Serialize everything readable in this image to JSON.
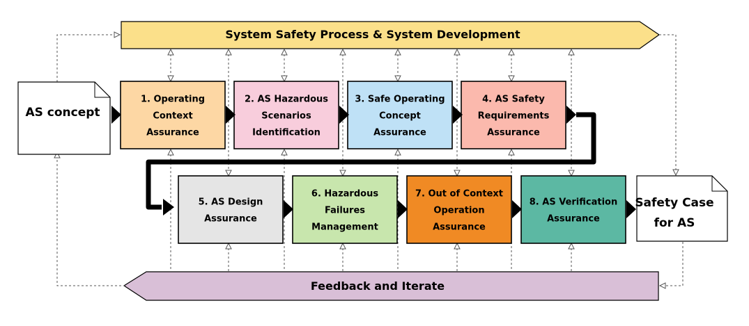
{
  "top_banner": {
    "label": "System Safety Process & System Development",
    "color": "#fbe08a"
  },
  "bottom_banner": {
    "label": "Feedback and Iterate",
    "color": "#d9bfd7"
  },
  "input_doc": {
    "label": "AS concept"
  },
  "output_doc": {
    "lines": [
      "Safety Case",
      "for AS"
    ]
  },
  "stages": [
    {
      "lines": [
        "1. Operating",
        "Context",
        "Assurance"
      ],
      "color": "#fdd7a4"
    },
    {
      "lines": [
        "2. AS Hazardous",
        "Scenarios",
        "Identification"
      ],
      "color": "#f8cddc"
    },
    {
      "lines": [
        "3. Safe Operating",
        "Concept",
        "Assurance"
      ],
      "color": "#bfe1f6"
    },
    {
      "lines": [
        "4. AS Safety",
        "Requirements",
        "Assurance"
      ],
      "color": "#fbb9ad"
    },
    {
      "lines": [
        "5. AS Design",
        "Assurance"
      ],
      "color": "#e5e5e5"
    },
    {
      "lines": [
        "6. Hazardous",
        "Failures",
        "Management"
      ],
      "color": "#c8e6ad"
    },
    {
      "lines": [
        "7. Out of Context",
        "Operation",
        "Assurance"
      ],
      "color": "#f08a24"
    },
    {
      "lines": [
        "8. AS Verification",
        "Assurance"
      ],
      "color": "#5cb8a3"
    }
  ]
}
